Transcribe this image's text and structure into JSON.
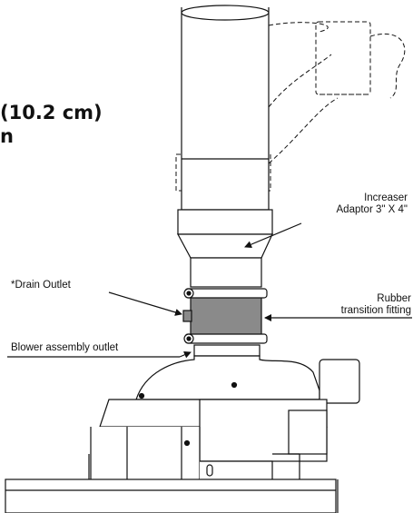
{
  "heading": {
    "line1": "(10.2 cm)",
    "line2": "n"
  },
  "labels": {
    "increaser_line1": "Increaser",
    "increaser_line2": "Adaptor 3\" X 4\"",
    "drain_outlet": "*Drain Outlet",
    "rubber_line1": "Rubber",
    "rubber_line2": "transition fitting",
    "blower_outlet": "Blower assembly outlet"
  },
  "colors": {
    "line": "#111111",
    "fitting_fill": "#8a8a8a",
    "background": "#ffffff"
  }
}
